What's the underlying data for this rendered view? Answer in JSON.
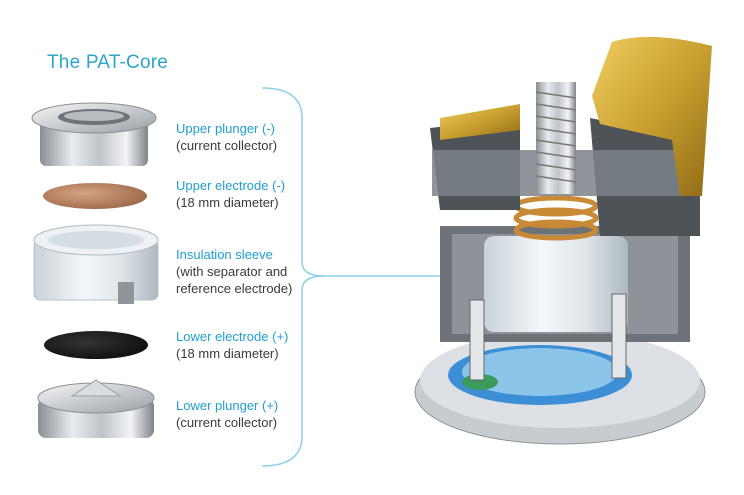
{
  "title": "The PAT-Core",
  "components": [
    {
      "name": "Upper plunger (-)",
      "desc": "(current collector)"
    },
    {
      "name": "Upper electrode (-)",
      "desc": "(18 mm diameter)"
    },
    {
      "name": "Insulation sleeve",
      "desc": "(with separator and",
      "desc2": "reference electrode)"
    },
    {
      "name": "Lower electrode (+)",
      "desc": "(18 mm diameter)"
    },
    {
      "name": "Lower plunger (+)",
      "desc": "(current collector)"
    }
  ],
  "colors": {
    "accent": "#2aa6c9",
    "label_name": "#1f9fcf",
    "copper": "#b87f5e",
    "gold": "#c9a030",
    "electrode_black": "#1a1a1a"
  }
}
